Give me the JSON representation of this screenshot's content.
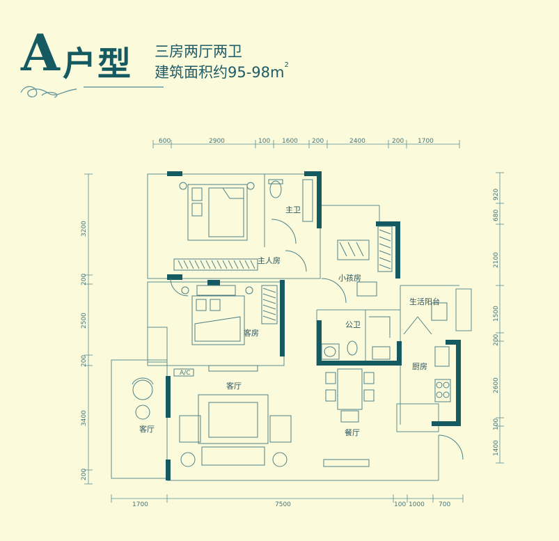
{
  "header": {
    "letter": "A",
    "title_zh": "户型",
    "layout": "三房两厅两卫",
    "area_text": "建筑面积约95-98m",
    "area_sup": "2"
  },
  "dimensions": {
    "top": [
      "600",
      "2900",
      "100",
      "1600",
      "200",
      "2400",
      "200",
      "1700"
    ],
    "bottom": [
      "1700",
      "7500",
      "100",
      "1000",
      "700"
    ],
    "left": [
      "3200",
      "200",
      "2500",
      "200",
      "3400",
      "200"
    ],
    "right": [
      "920",
      "680",
      "2100",
      "1500",
      "200",
      "2600",
      "100",
      "1400"
    ]
  },
  "rooms": {
    "master_bath": "主卫",
    "master_bedroom": "主人房",
    "child_room": "小孩房",
    "living_balcony": "生活阳台",
    "public_bath": "公卫",
    "guest_room": "客房",
    "kitchen": "厨房",
    "living_room": "客厅",
    "living_room_2": "客厅",
    "dining_room": "餐厅",
    "ac": "A/C"
  },
  "colors": {
    "background": "#fbfbdc",
    "wall": "#155a61",
    "thin_line": "#5a8d94",
    "text": "#2a5561"
  }
}
